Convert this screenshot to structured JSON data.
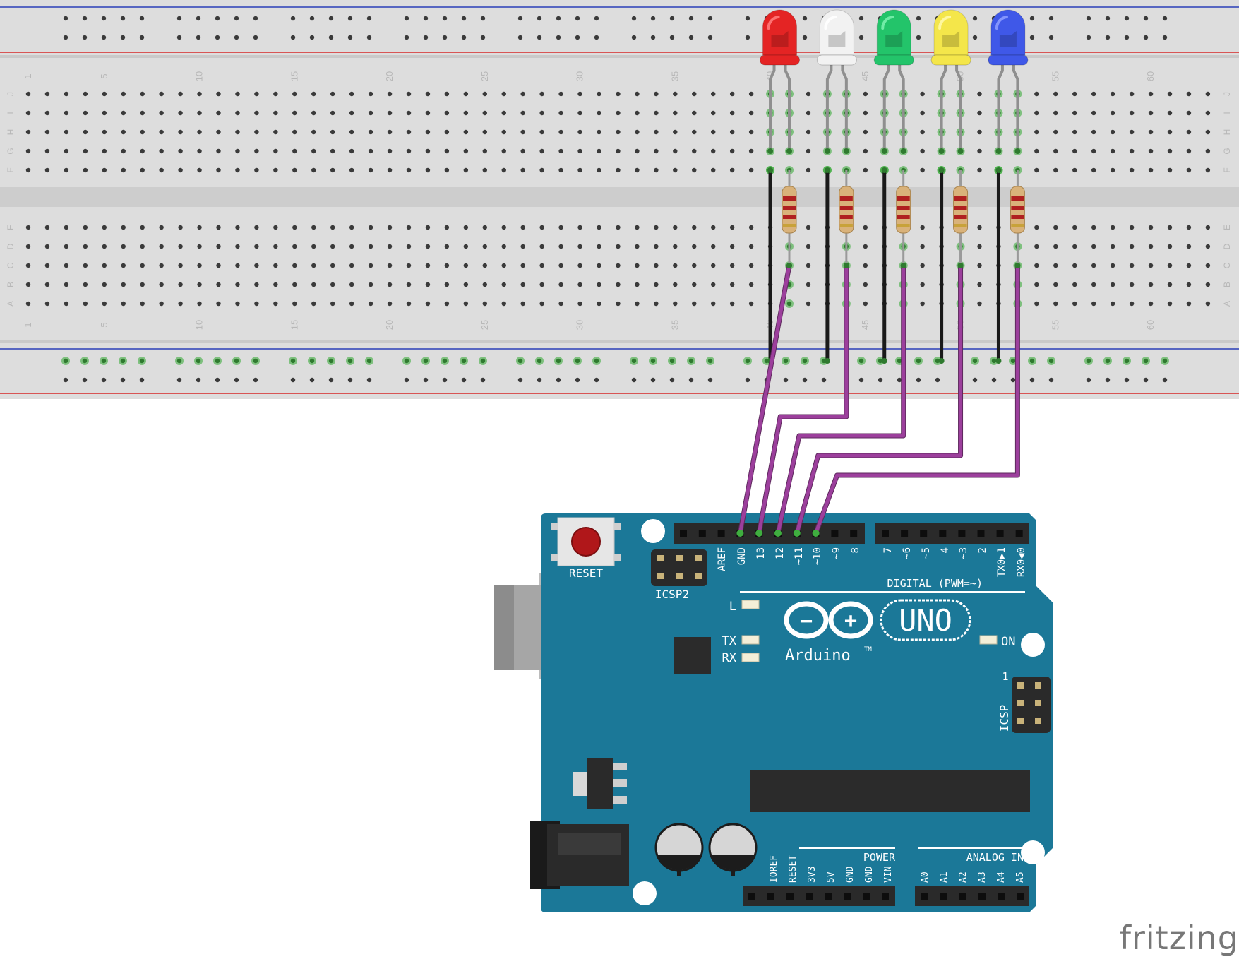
{
  "breadboard": {
    "column_numbers": [
      "1",
      "5",
      "10",
      "15",
      "20",
      "25",
      "30",
      "35",
      "40",
      "45",
      "50",
      "55",
      "60"
    ],
    "rows_top": [
      "J",
      "I",
      "H",
      "G",
      "F"
    ],
    "rows_bottom": [
      "E",
      "D",
      "C",
      "B",
      "A"
    ],
    "colors": {
      "board": "#dddddd",
      "rail_red": "#d62828",
      "rail_blue": "#2b3fb8",
      "hole": "#3a3a3a",
      "hole_active": "#3fae3f"
    }
  },
  "leds": [
    {
      "color_name": "red",
      "color": "#e42424",
      "highlight": "#ff7a7a"
    },
    {
      "color_name": "white",
      "color": "#f2f2f2",
      "highlight": "#ffffff"
    },
    {
      "color_name": "green",
      "color": "#23c46a",
      "highlight": "#7af0ad"
    },
    {
      "color_name": "yellow",
      "color": "#f4e64a",
      "highlight": "#fff8a8"
    },
    {
      "color_name": "blue",
      "color": "#3f58e8",
      "highlight": "#8c9cff"
    }
  ],
  "wires": {
    "ground_color": "#1a1a1a",
    "signal_color": "#9c3f9c"
  },
  "arduino": {
    "board_color": "#1b7898",
    "reset_label": "RESET",
    "icsp2_label": "ICSP2",
    "icsp_label": "ICSP",
    "icsp_pin1": "1",
    "digital_label": "DIGITAL (PWM=~)",
    "digital_pins": [
      "AREF",
      "GND",
      "13",
      "12",
      "~11",
      "~10",
      "~9",
      "8",
      "7",
      "~6",
      "~5",
      "4",
      "~3",
      "2",
      "TX0▶1",
      "RX0◀0"
    ],
    "led_l": "L",
    "led_tx": "TX",
    "led_rx": "RX",
    "led_on": "ON",
    "logo_minus": "−",
    "logo_plus": "+",
    "uno_label": "UNO",
    "brand": "Arduino",
    "trademark": "TM",
    "power_label": "POWER",
    "power_pins": [
      "IOREF",
      "RESET",
      "3V3",
      "5V",
      "GND",
      "GND",
      "VIN"
    ],
    "analog_label": "ANALOG IN",
    "analog_pins": [
      "A0",
      "A1",
      "A2",
      "A3",
      "A4",
      "A5"
    ]
  },
  "footer": {
    "logo": "fritzing"
  }
}
